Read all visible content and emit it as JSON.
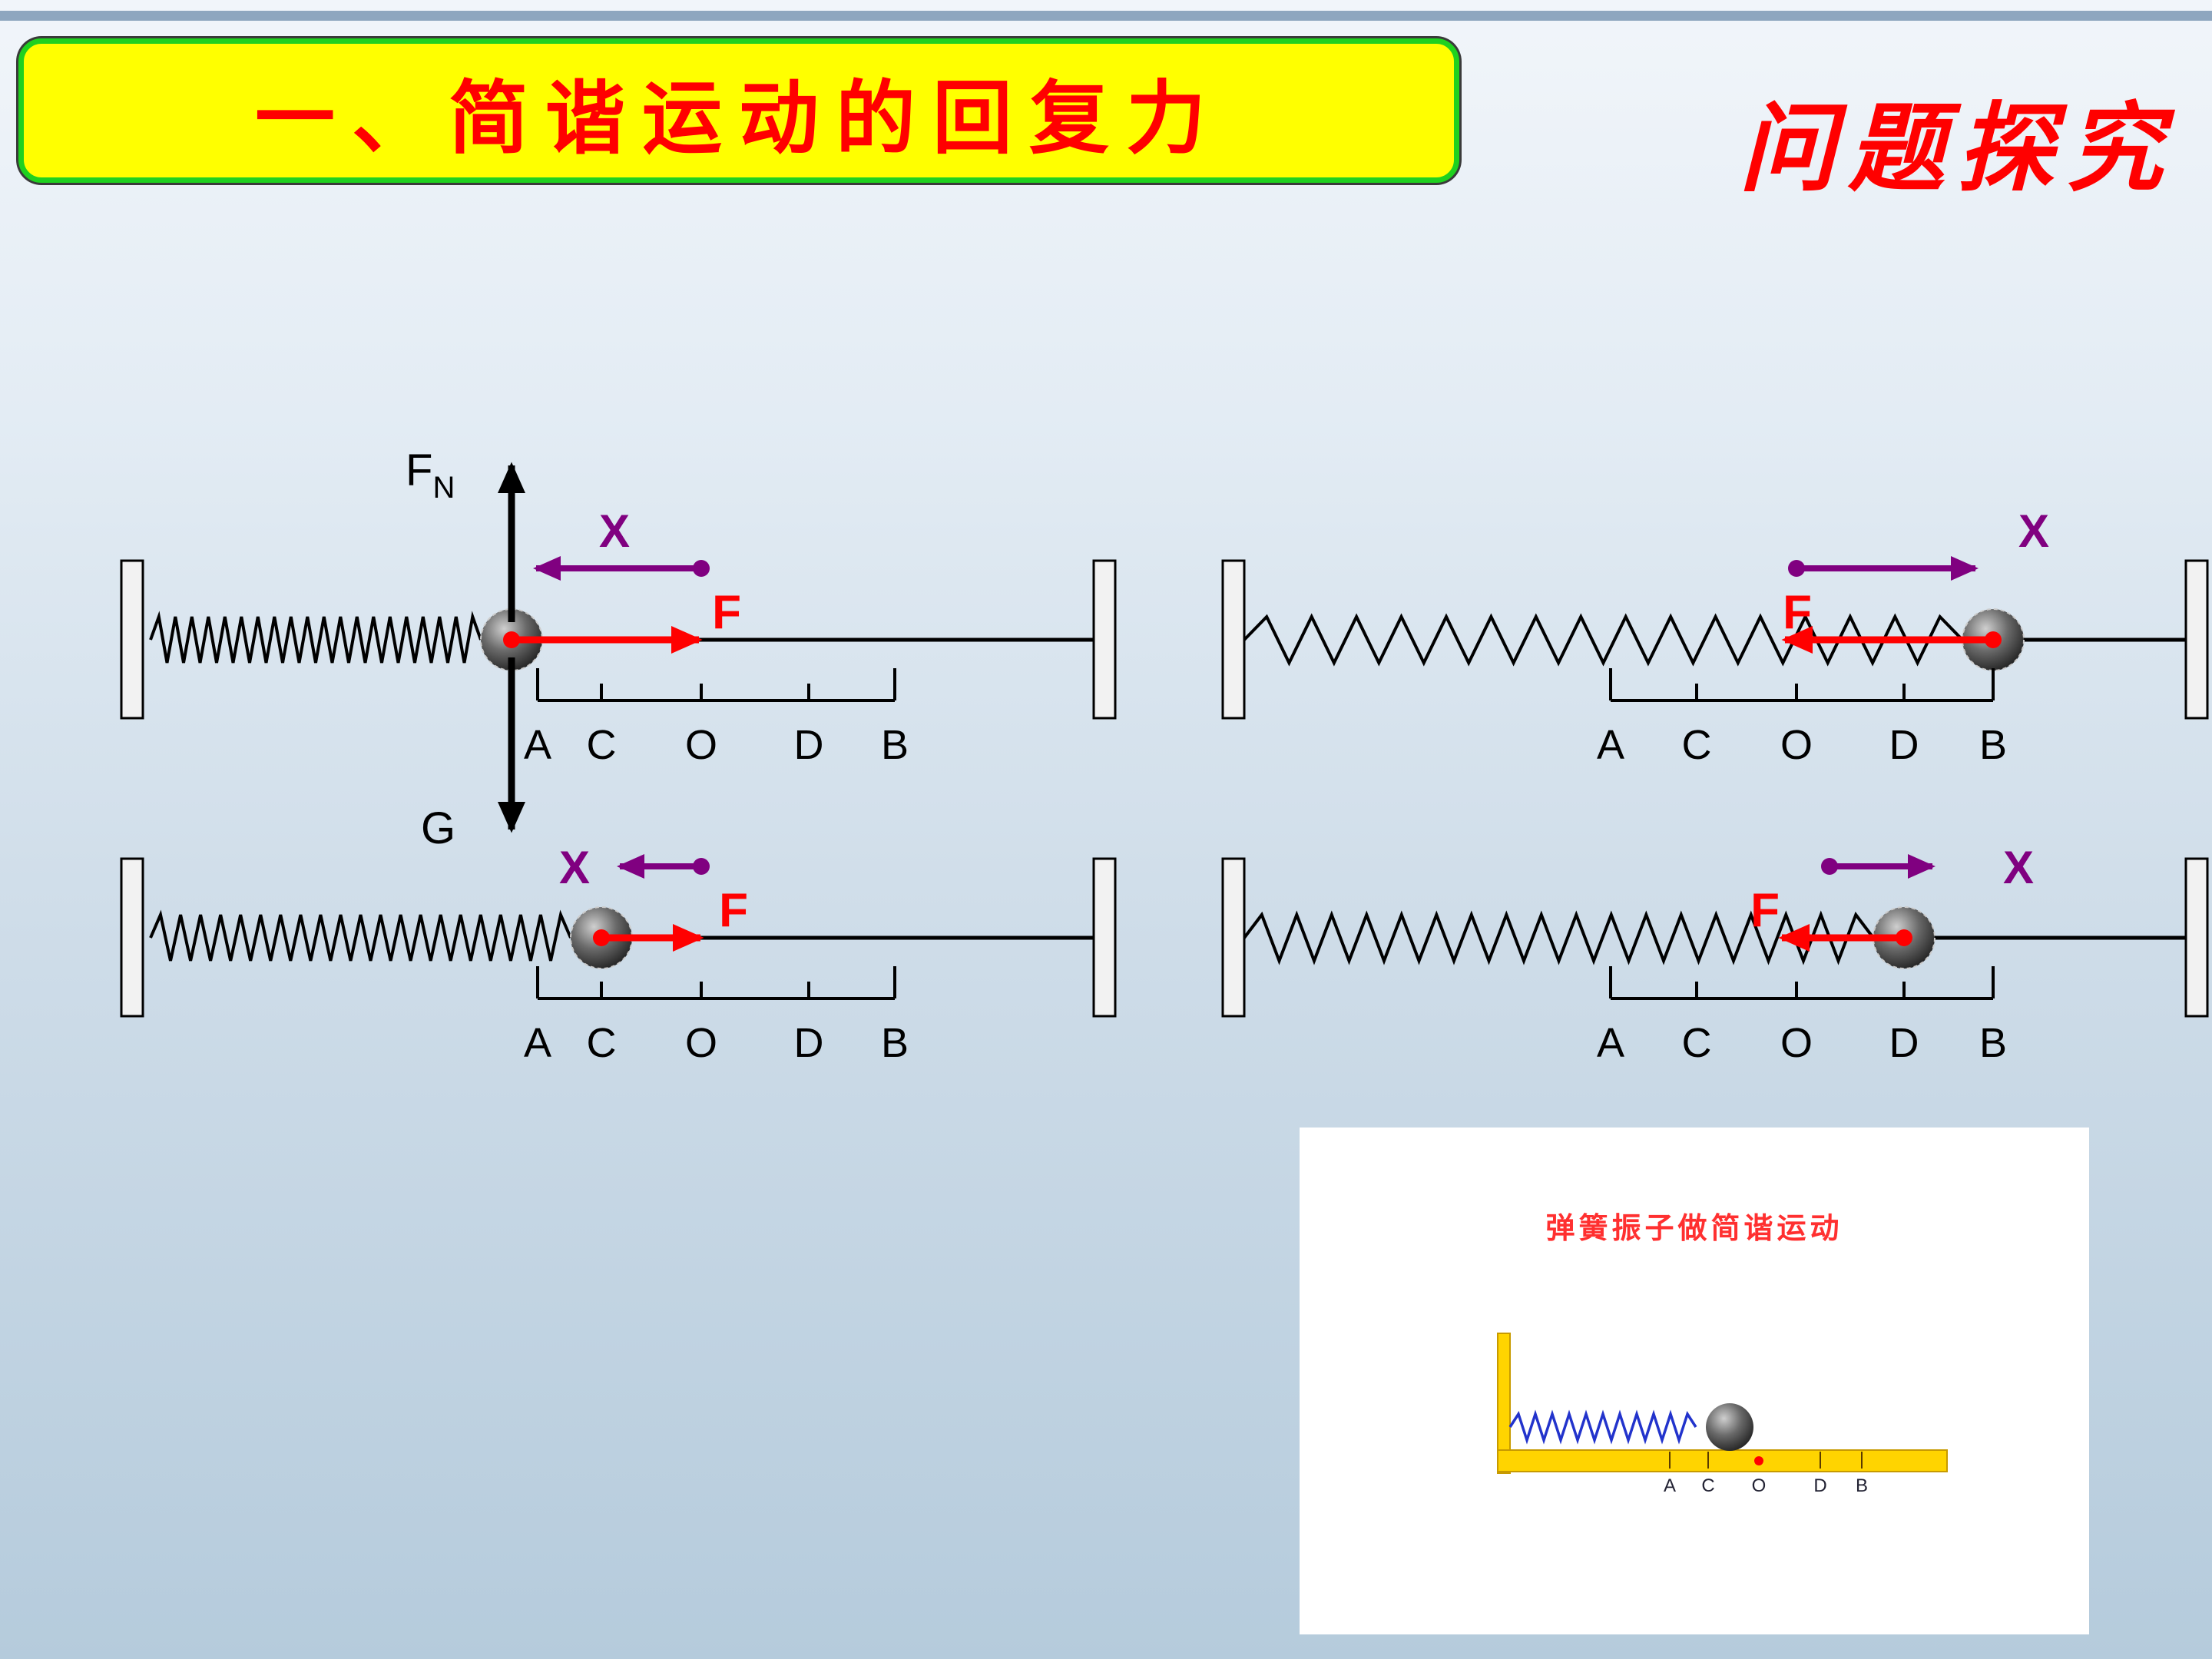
{
  "slide": {
    "title": "一、简谐运动的回复力",
    "corner_heading": "问题探究"
  },
  "labels": {
    "normal_force": {
      "main": "F",
      "sub": "N"
    },
    "gravity": "G",
    "displacement": "X",
    "restoring_force": "F",
    "positions": [
      "A",
      "C",
      "O",
      "D",
      "B"
    ]
  },
  "inset": {
    "caption": "弹簧振子做简谐运动",
    "positions": [
      "A",
      "C",
      "O",
      "D",
      "B"
    ]
  },
  "colors": {
    "title_text": "#ff0000",
    "banner_fill": "#ffff00",
    "banner_border": "#1fd11f",
    "corner_heading": "#ff0000",
    "restoring_force_arrow": "#ff0000",
    "displacement_arrow": "#800080",
    "diagram_ink": "#000000",
    "inset_caption": "#ff3030",
    "inset_track": "#ffd400",
    "inset_spring": "#2233cc",
    "background_top": "#f1f5fa",
    "background_bottom": "#b5cbdc"
  }
}
